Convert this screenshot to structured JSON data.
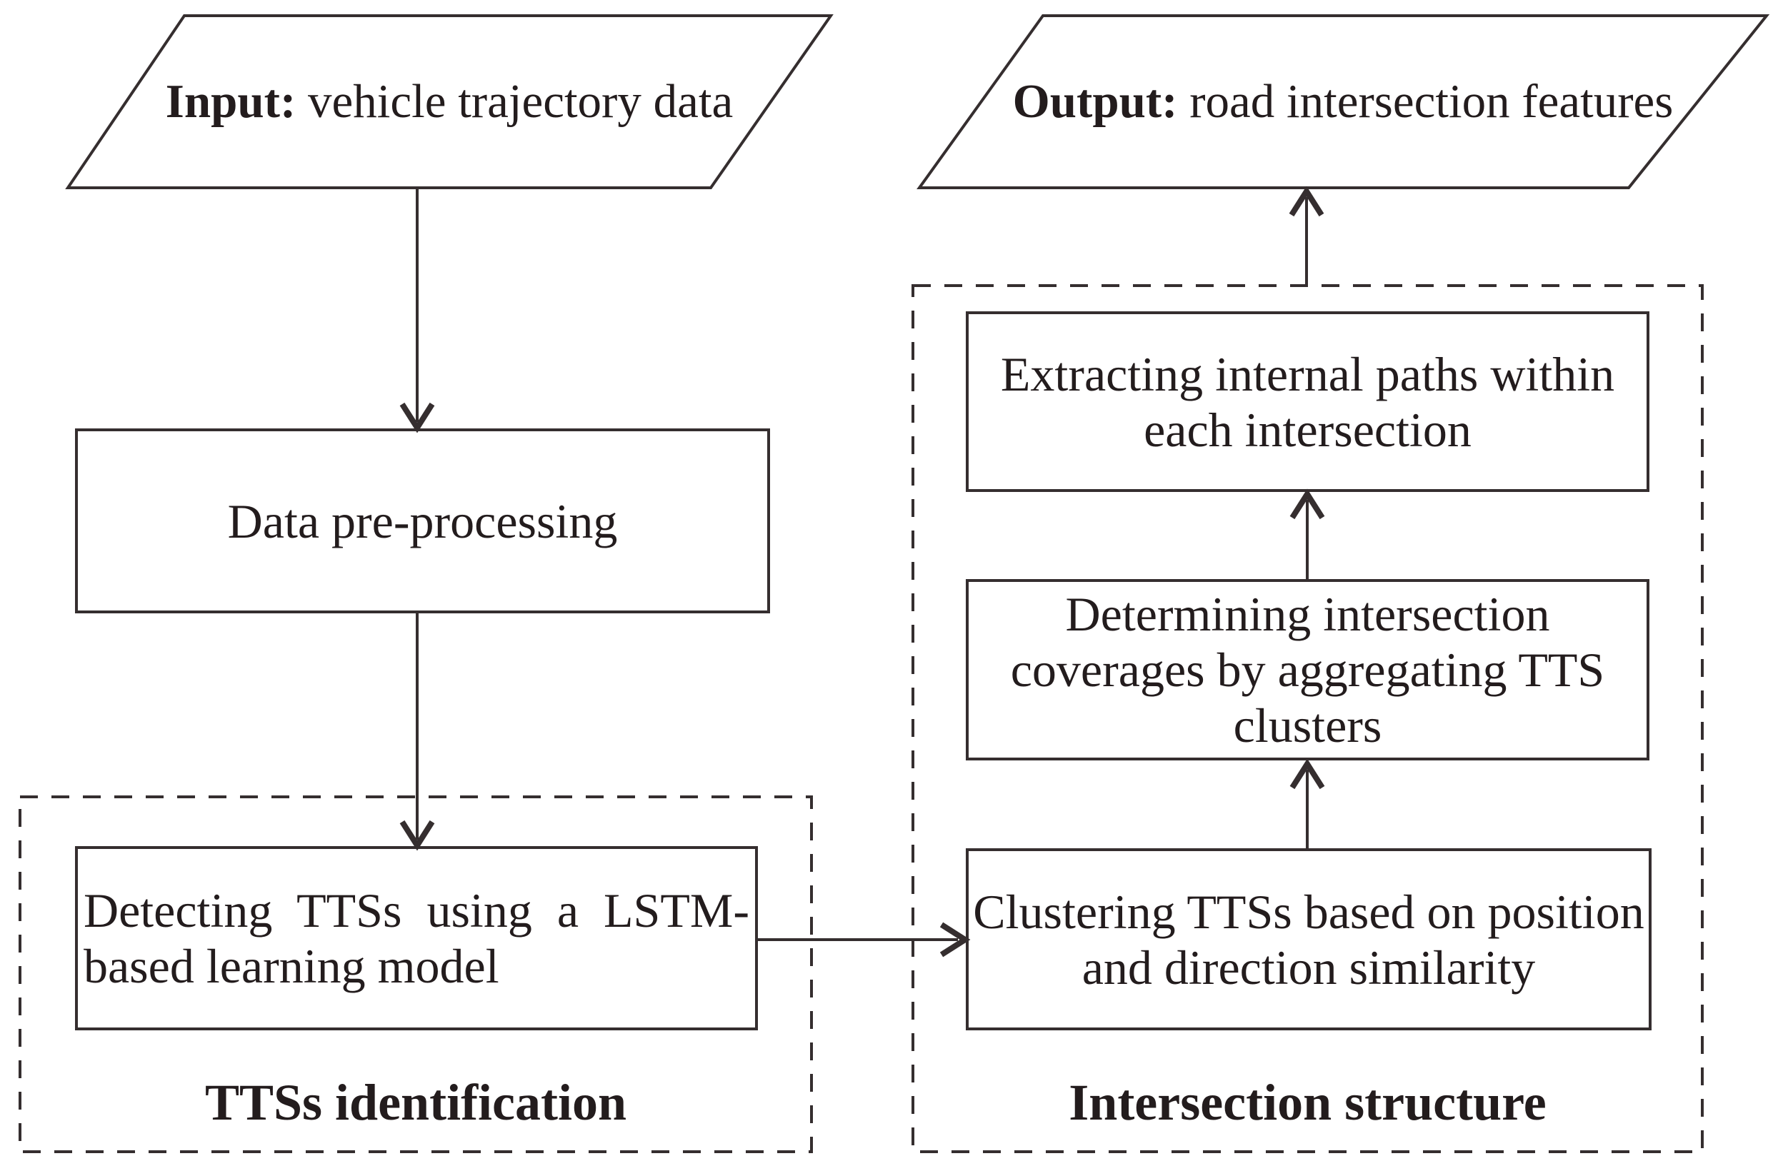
{
  "figure": {
    "terminals": {
      "input": {
        "prefix": "Input:",
        "text": " vehicle trajectory data"
      },
      "output": {
        "prefix": "Output:",
        "text": " road intersection features"
      }
    },
    "nodes": {
      "preprocessing": {
        "lines": [
          "Data pre-processing"
        ]
      },
      "detecting": {
        "lines": [
          "Detecting TTSs using a LSTM-",
          "based learning model"
        ]
      },
      "clustering": {
        "lines": [
          "Clustering TTSs based on position",
          "and direction similarity"
        ]
      },
      "determining": {
        "lines": [
          "Determining intersection",
          "coverages by aggregating TTS",
          "clusters"
        ]
      },
      "extracting": {
        "lines": [
          "Extracting internal paths within",
          "each intersection"
        ]
      }
    },
    "groups": {
      "tts_identification": {
        "label": "TTSs identification"
      },
      "intersection_structure": {
        "label": "Intersection structure"
      }
    },
    "colors": {
      "stroke": "#352e2f",
      "text": "#231c1d",
      "background": "#ffffff"
    }
  }
}
